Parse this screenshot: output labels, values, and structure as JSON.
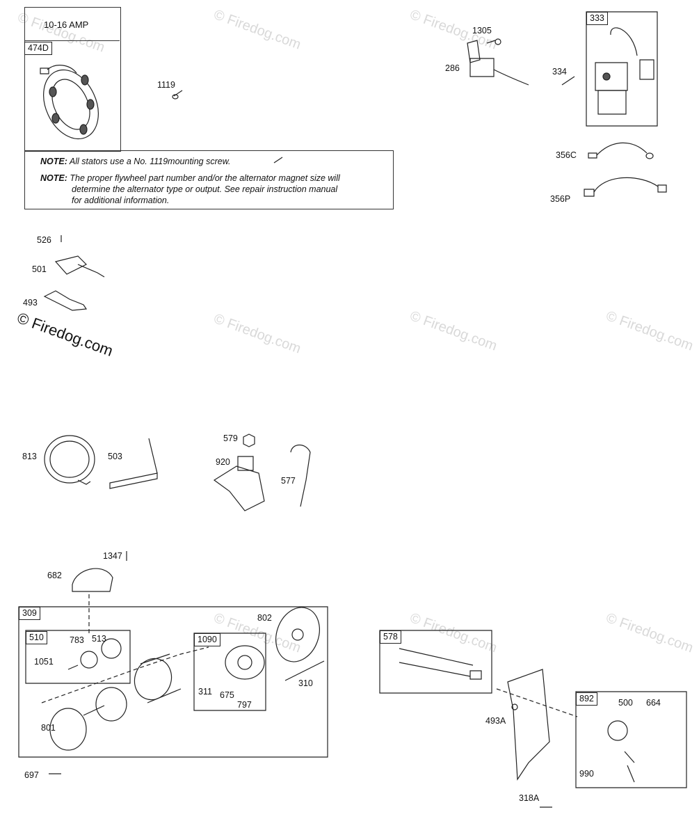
{
  "watermark": "© Firedog.com",
  "corner_watermark": "© Firedog.com",
  "amp_label": "10-16 AMP",
  "boxes": {
    "b474D": "474D",
    "b333": "333",
    "b309": "309",
    "b510": "510",
    "b1090": "1090",
    "b578": "578",
    "b892": "892"
  },
  "notes": {
    "key1": "NOTE:",
    "text1": "All stators use a No.  1119mounting screw.",
    "key2": "NOTE:",
    "text2a": "The proper flywheel part number and/or the alternator magnet size will",
    "text2b": "determine the alternator type or output. See repair instruction manual",
    "text2c": "for additional information."
  },
  "parts": {
    "p1119": "1119",
    "p1305": "1305",
    "p286": "286",
    "p334": "334",
    "p356C": "356C",
    "p356P": "356P",
    "p526": "526",
    "p501": "501",
    "p493": "493",
    "p813": "813",
    "p503": "503",
    "p579": "579",
    "p920": "920",
    "p577": "577",
    "p1347": "1347",
    "p682": "682",
    "p802": "802",
    "p783": "783",
    "p513": "513",
    "p1051": "1051",
    "p311": "311",
    "p675": "675",
    "p797": "797",
    "p310": "310",
    "p801": "801",
    "p697": "697",
    "p493A": "493A",
    "p500": "500",
    "p664": "664",
    "p990": "990",
    "p318A": "318A"
  }
}
